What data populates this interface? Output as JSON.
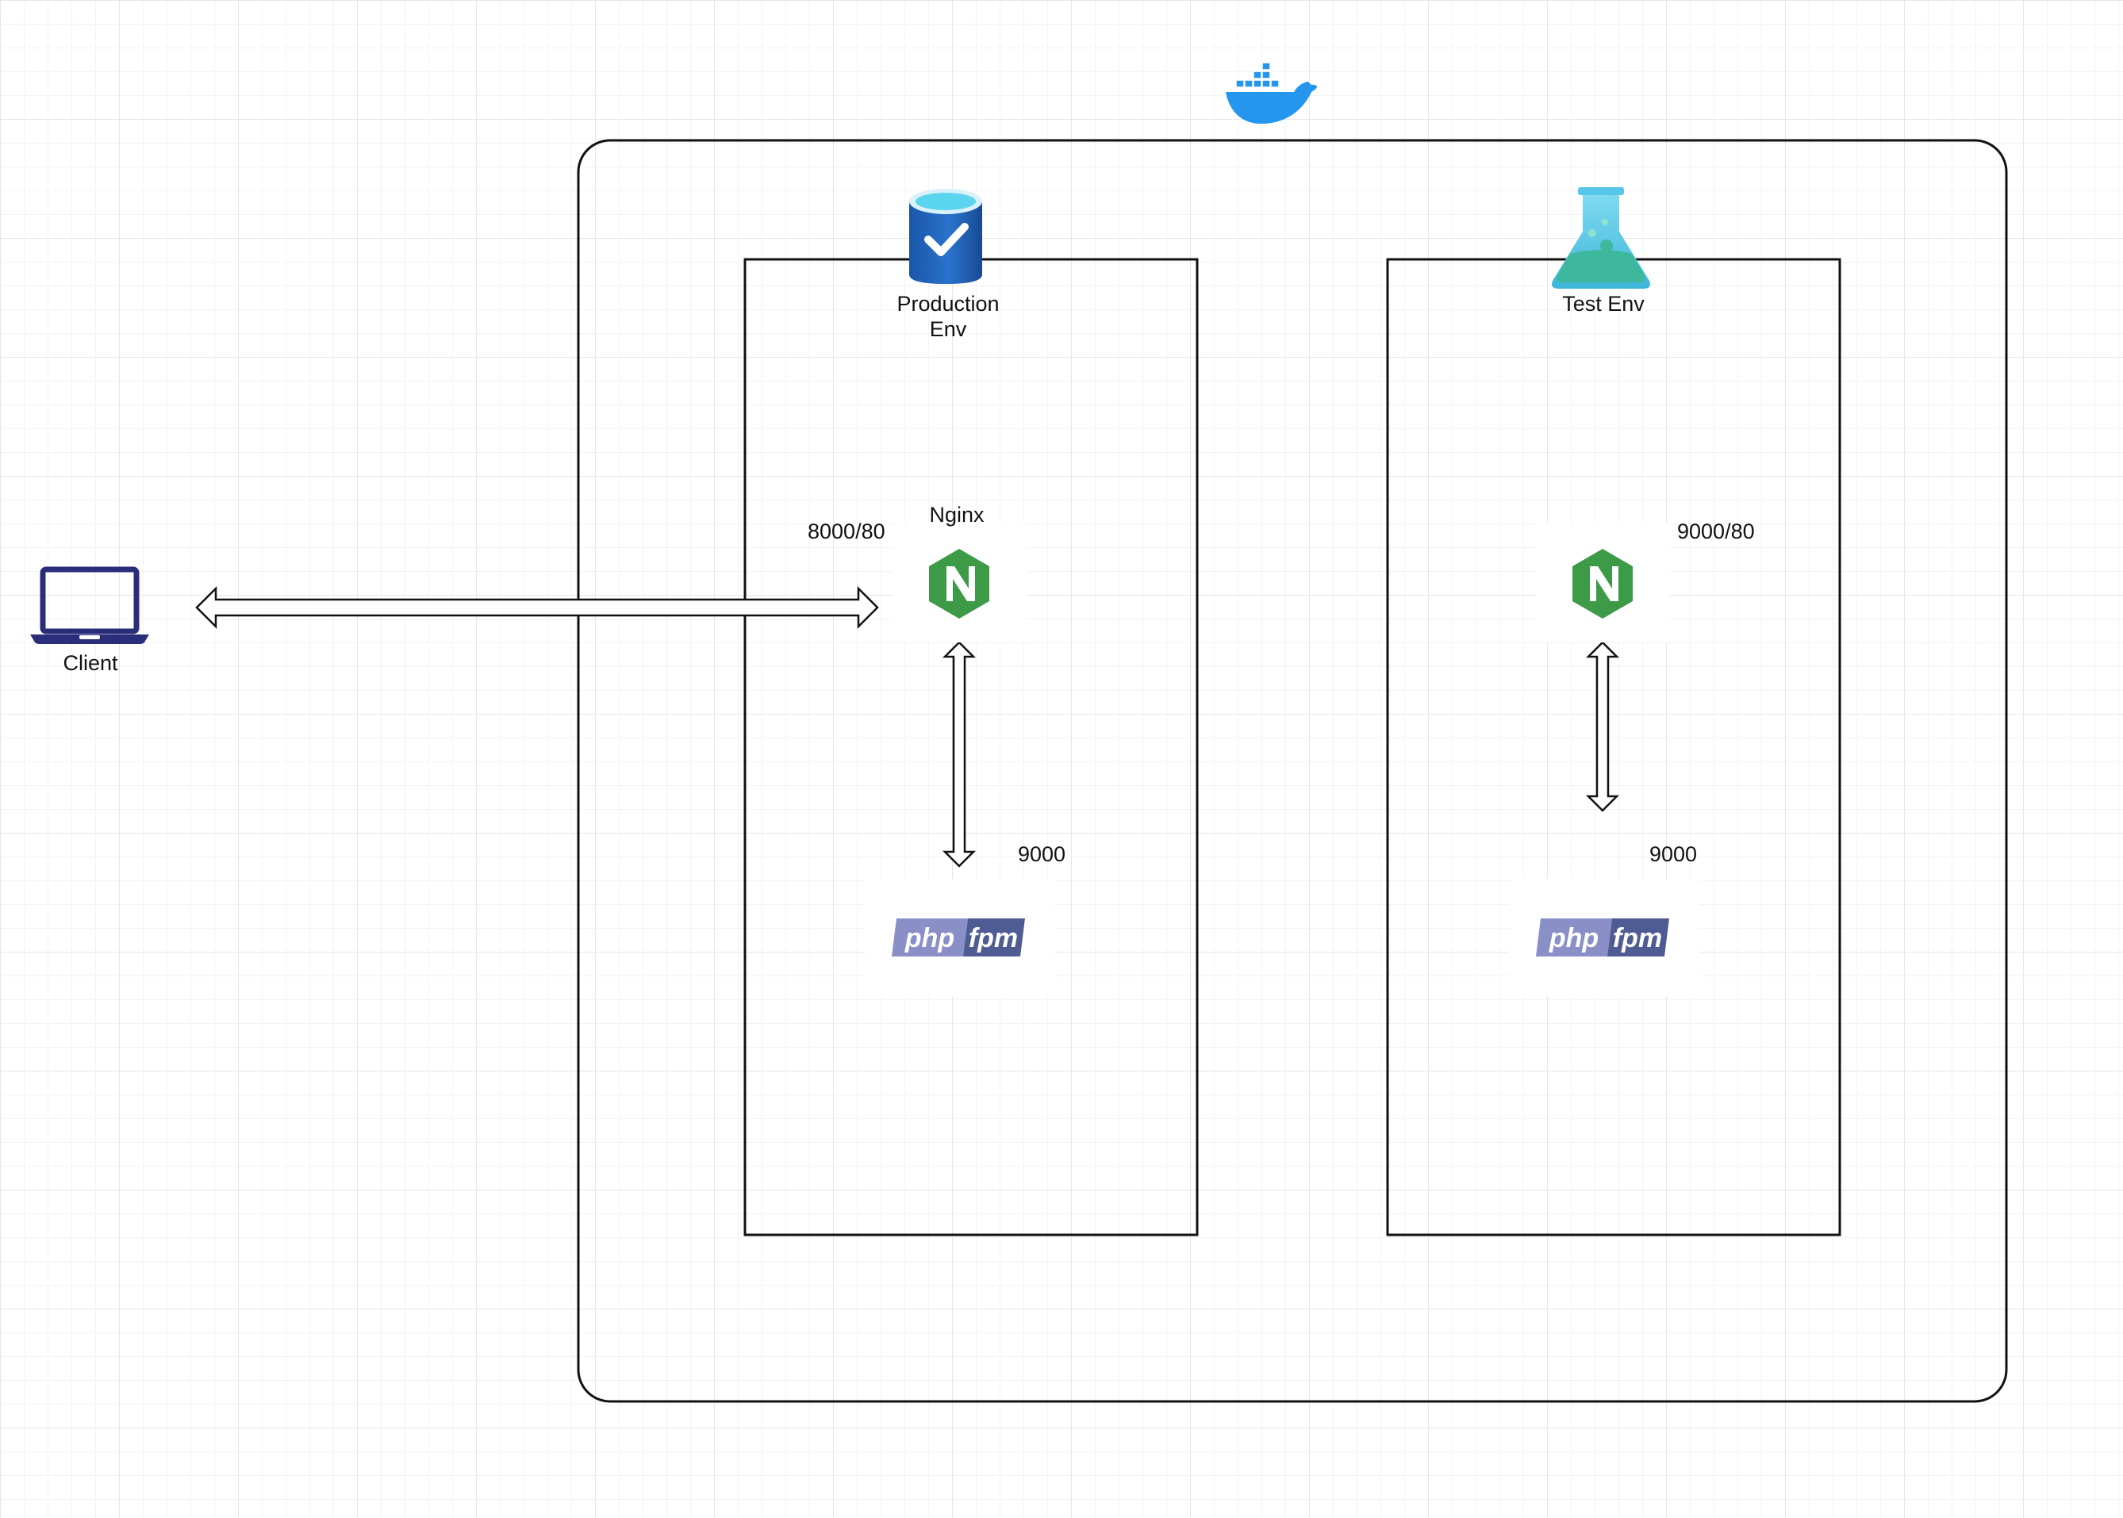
{
  "client": {
    "label": "Client"
  },
  "production": {
    "label_line1": "Production",
    "label_line2": "Env",
    "nginx_label": "Nginx",
    "nginx_port": "8000/80",
    "fpm_port": "9000"
  },
  "test": {
    "label": "Test Env",
    "nginx_port": "9000/80",
    "fpm_port": "9000"
  },
  "logos": {
    "php_text": "php",
    "fpm_text": "fpm"
  },
  "icons": [
    "docker-icon",
    "laptop-icon",
    "database-icon",
    "flask-icon",
    "nginx-icon",
    "php-fpm-logo"
  ],
  "colors": {
    "docker_blue": "#2496ed",
    "laptop_navy": "#2a2e7a",
    "db_blue": "#1f5fb6",
    "db_cyan": "#5bd4ee",
    "flask_cyan": "#56c7e8",
    "flask_green": "#3eb89c",
    "nginx_green": "#3d9a47",
    "php_light": "#8a8fc7",
    "php_dark": "#4f5b93"
  }
}
